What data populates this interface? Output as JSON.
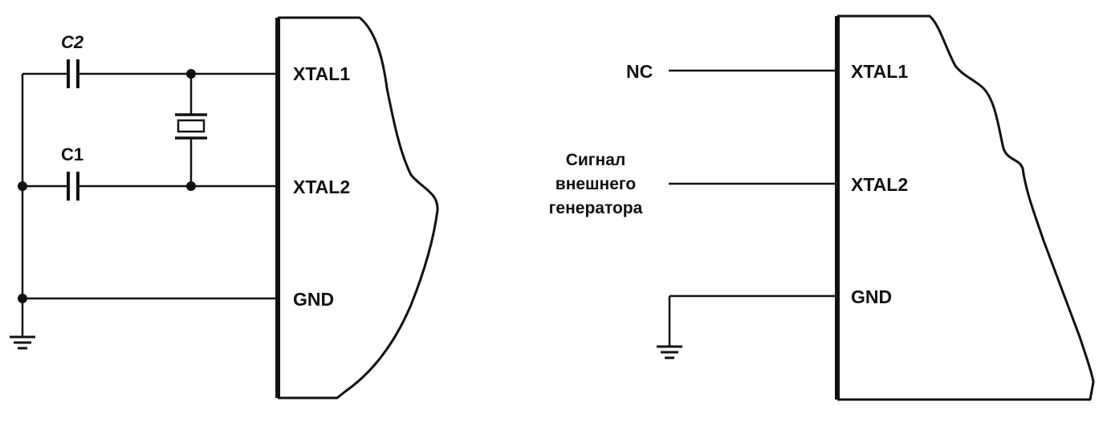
{
  "left_circuit": {
    "capacitor_top_label": "C2",
    "capacitor_bottom_label": "C1",
    "pins": {
      "xtal1": "XTAL1",
      "xtal2": "XTAL2",
      "gnd": "GND"
    }
  },
  "right_circuit": {
    "nc_label": "NC",
    "signal_label_lines": [
      "Сигнал",
      "внешнего",
      "генератора"
    ],
    "pins": {
      "xtal1": "XTAL1",
      "xtal2": "XTAL2",
      "gnd": "GND"
    }
  },
  "colors": {
    "ink": "#111111",
    "background": "#ffffff"
  }
}
